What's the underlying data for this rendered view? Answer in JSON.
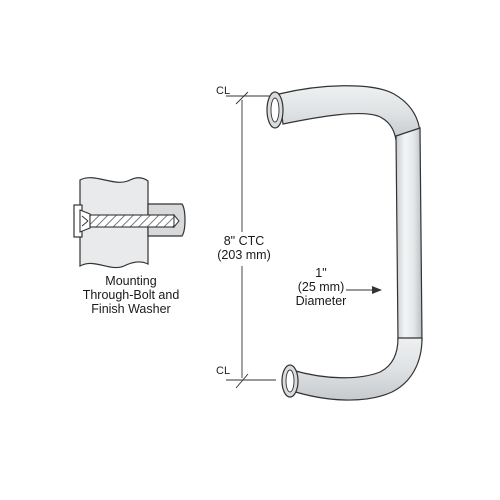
{
  "inset": {
    "title": "Mounting",
    "caption_line1": "Through-Bolt and",
    "caption_line2": "Finish Washer"
  },
  "dimension": {
    "ctc_line1": "8\" CTC",
    "ctc_line2": "(203 mm)",
    "centerline_top": "CL",
    "centerline_bottom": "CL"
  },
  "diameter": {
    "line1": "1\"",
    "line2": "(25 mm)",
    "line3": "Diameter"
  },
  "colors": {
    "line": "#333333",
    "handle_fill": "#e6e8ea",
    "hatch": "#555555",
    "post_fill": "#d7d9db"
  }
}
